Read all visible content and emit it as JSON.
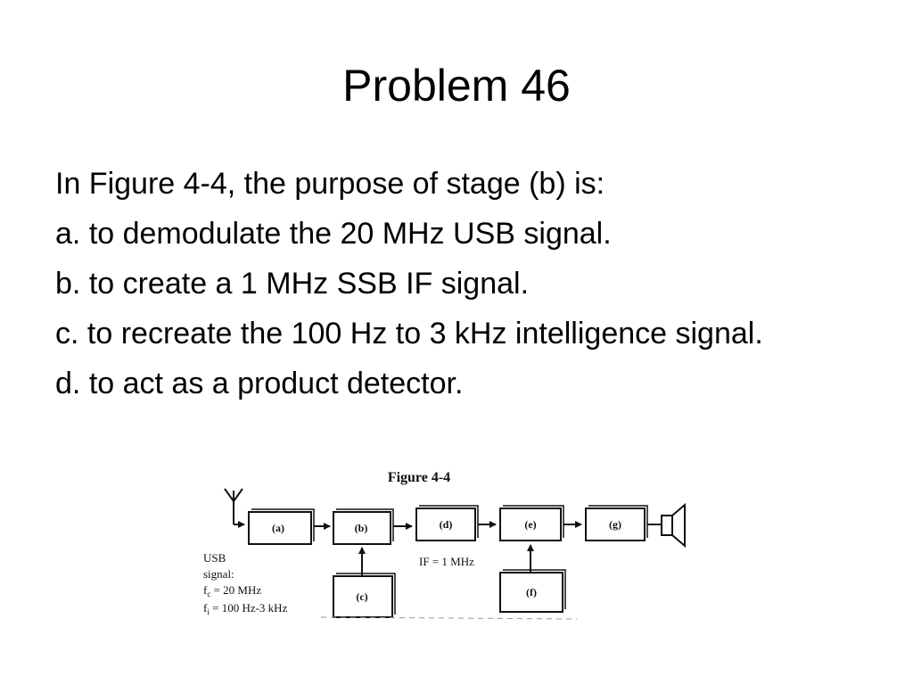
{
  "slide": {
    "title": "Problem 46"
  },
  "question": {
    "stem": "In Figure 4-4, the purpose of stage (b) is:",
    "options": [
      {
        "letter": "a.",
        "text": "to demodulate the 20 MHz USB signal."
      },
      {
        "letter": "b.",
        "text": "to create a 1 MHz SSB IF signal."
      },
      {
        "letter": "c.",
        "text": "to recreate the 100 Hz to 3 kHz intelligence signal."
      },
      {
        "letter": "d.",
        "text": "to act as a product detector."
      }
    ]
  },
  "figure": {
    "title": "Figure 4-4",
    "blocks": {
      "a": "(a)",
      "b": "(b)",
      "c": "(c)",
      "d": "(d)",
      "e": "(e)",
      "f": "(f)",
      "g": "(g)"
    },
    "if_label": "IF = 1 MHz",
    "signal_label_1": "USB",
    "signal_label_2": "signal:",
    "fc_label": "f",
    "fc_sub": "c",
    "fc_value": " = 20 MHz",
    "fi_label": "f",
    "fi_sub": "i",
    "fi_value": " = 100 Hz-3 kHz"
  }
}
